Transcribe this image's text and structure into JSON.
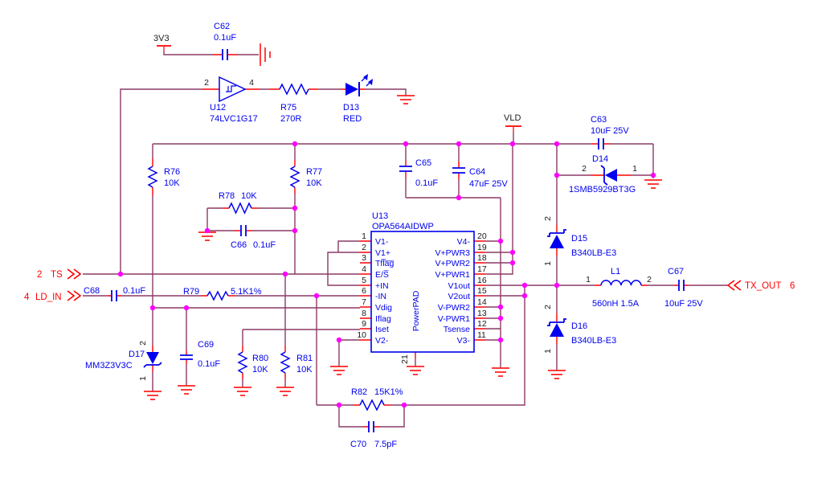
{
  "colors": {
    "wire": "#8B3A66",
    "pin_stub": "#FF0000",
    "symbol": "#0000EE",
    "junction": "#FF00FF",
    "ground": "#FF2020",
    "text_black": "#1a1a1a",
    "background": "#ffffff"
  },
  "power": {
    "p3v3": "3V3",
    "vld": "VLD"
  },
  "ports": {
    "ts": {
      "num": "2",
      "label": "TS"
    },
    "ld_in": {
      "num": "4",
      "label": "LD_IN"
    },
    "tx_out": {
      "label": "TX_OUT",
      "num": "6"
    }
  },
  "components": {
    "c62": {
      "ref": "C62",
      "value": "0.1uF"
    },
    "u12": {
      "ref": "U12",
      "value": "74LVC1G17",
      "pin_in": "2",
      "pin_out": "4"
    },
    "r75": {
      "ref": "R75",
      "value": "270R"
    },
    "d13": {
      "ref": "D13",
      "value": "RED"
    },
    "c63": {
      "ref": "C63",
      "value": "10uF 25V"
    },
    "d14": {
      "ref": "D14",
      "value": "1SMB5929BT3G",
      "pin2": "2",
      "pin1": "1"
    },
    "r76": {
      "ref": "R76",
      "value": "10K"
    },
    "r77": {
      "ref": "R77",
      "value": "10K"
    },
    "r78": {
      "ref": "R78",
      "value": "10K"
    },
    "c66": {
      "ref": "C66",
      "value": "0.1uF"
    },
    "c65": {
      "ref": "C65",
      "value": "0.1uF"
    },
    "c64": {
      "ref": "C64",
      "value": "47uF 25V"
    },
    "u13": {
      "ref": "U13",
      "part": "OPA564AIDWP",
      "left_pins": [
        {
          "num": "1",
          "name": "V1-"
        },
        {
          "num": "2",
          "name": "V1+"
        },
        {
          "num": "3",
          "name": "Tfl̅a̅g̅"
        },
        {
          "num": "4",
          "name": "E/S̅"
        },
        {
          "num": "5",
          "name": "+IN"
        },
        {
          "num": "6",
          "name": "-IN"
        },
        {
          "num": "7",
          "name": "Vdig"
        },
        {
          "num": "8",
          "name": "Iflag"
        },
        {
          "num": "9",
          "name": "Iset"
        },
        {
          "num": "10",
          "name": "V2-"
        }
      ],
      "right_pins": [
        {
          "num": "20",
          "name": "V4-"
        },
        {
          "num": "19",
          "name": "V+PWR3"
        },
        {
          "num": "18",
          "name": "V+PWR2"
        },
        {
          "num": "17",
          "name": "V+PWR1"
        },
        {
          "num": "16",
          "name": "V1out"
        },
        {
          "num": "15",
          "name": "V2out"
        },
        {
          "num": "14",
          "name": "V-PWR2"
        },
        {
          "num": "13",
          "name": "V-PWR1"
        },
        {
          "num": "12",
          "name": "Tsense"
        },
        {
          "num": "11",
          "name": "V3-"
        }
      ],
      "pad": {
        "num": "21",
        "name": "PowerPAD"
      }
    },
    "d15": {
      "ref": "D15",
      "value": "B340LB-E3",
      "pin2": "2",
      "pin1": "1"
    },
    "d16": {
      "ref": "D16",
      "value": "B340LB-E3",
      "pin2": "2",
      "pin1": "1"
    },
    "l1": {
      "ref": "L1",
      "value": "560nH 1.5A",
      "pin1": "1",
      "pin2": "2"
    },
    "c67": {
      "ref": "C67",
      "value": "10uF 25V"
    },
    "c68": {
      "ref": "C68",
      "value": "0.1uF"
    },
    "r79": {
      "ref": "R79",
      "value": "5.1K1%"
    },
    "d17": {
      "ref": "D17",
      "value": "MM3Z3V3C",
      "pin2": "2",
      "pin1": "1"
    },
    "c69": {
      "ref": "C69",
      "value": "0.1uF"
    },
    "r80": {
      "ref": "R80",
      "value": "10K"
    },
    "r81": {
      "ref": "R81",
      "value": "10K"
    },
    "r82": {
      "ref": "R82",
      "value": "15K1%"
    },
    "c70": {
      "ref": "C70",
      "value": "7.5pF"
    }
  }
}
